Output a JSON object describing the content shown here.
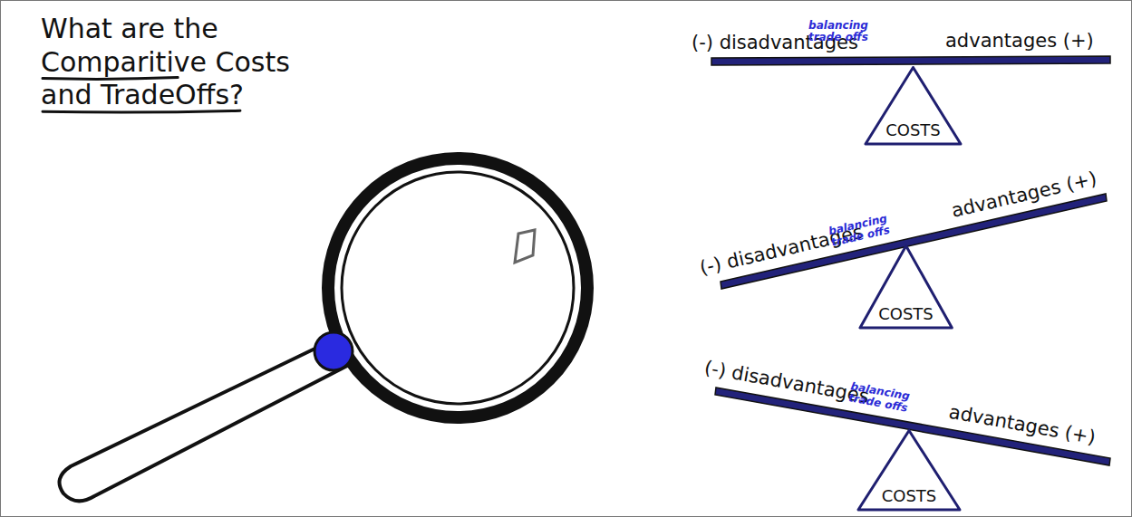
{
  "diagram": {
    "title": "What are the Comparitive Costs and TradeOffs?",
    "nodes": [
      {
        "text": [
          "COSTS"
        ]
      },
      {
        "text": [
          "COSTS"
        ]
      },
      {
        "text": [
          "COSTS"
        ]
      }
    ],
    "labels": [
      "(-) disadvantages",
      "balancing trade offs",
      "advantages (+)",
      "(-) disadvantages",
      "balancing trade offs",
      "advantages (+)",
      "(-) disadvantages",
      "balancing trade offs",
      "advantages (+)"
    ]
  }
}
